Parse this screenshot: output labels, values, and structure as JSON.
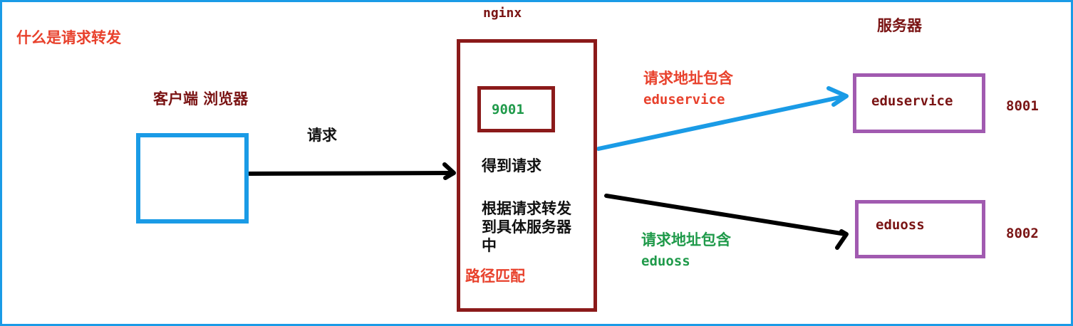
{
  "title": "什么是请求转发",
  "nginx_label": "nginx",
  "servers_label": "服务器",
  "client_label": "客户端 浏览器",
  "request_label": "请求",
  "nginx_port": "9001",
  "nginx_text": {
    "received": "得到请求",
    "forward_line1": "根据请求转发",
    "forward_line2": "到具体服务器",
    "forward_line3": "中",
    "path_match": "路径匹配"
  },
  "route_eduservice": {
    "line1": "请求地址包含",
    "line2": "eduservice"
  },
  "route_eduoss": {
    "line1": "请求地址包含",
    "line2": "eduoss"
  },
  "server_eduservice": {
    "name": "eduservice",
    "port": "8001"
  },
  "server_eduoss": {
    "name": "eduoss",
    "port": "8002"
  },
  "colors": {
    "frame": "#1a9be6",
    "client_box": "#1a9be6",
    "nginx_box": "#8b1a1a",
    "server_box": "#a15ab0",
    "red_text": "#e8412c",
    "green_text": "#1f9a4a",
    "dark_red_text": "#7a1414",
    "arrow_blue": "#1a9be6",
    "arrow_black": "#000000"
  }
}
